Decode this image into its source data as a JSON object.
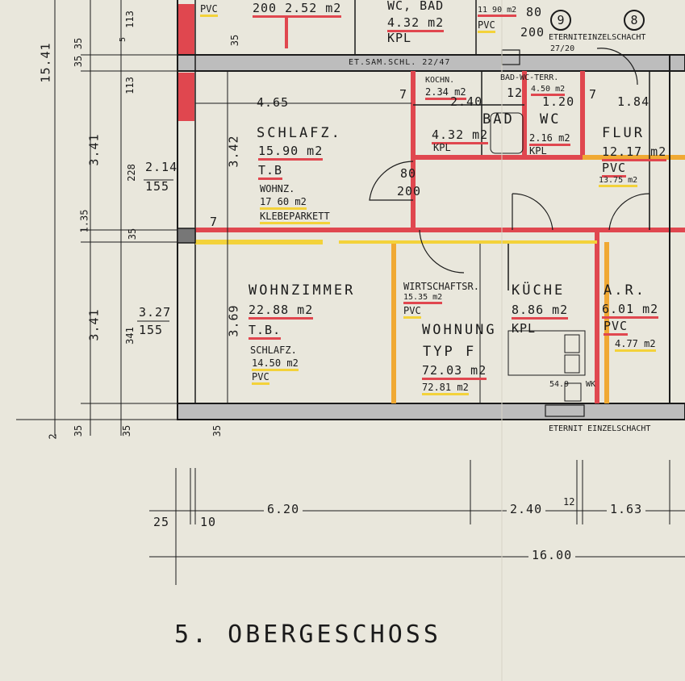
{
  "title": "5. OBERGESCHOSS",
  "colors": {
    "wall": "#bdbdbd",
    "red": "#e0474f",
    "yellow": "#f3d23a",
    "orange": "#f0a933",
    "line": "#1b1b1b"
  },
  "top_partial": {
    "pvc_left": "PVC",
    "area_left": "200  2.52 m2",
    "wc_bad": "WC, BAD",
    "wc_bad_area": "4.32 m2",
    "kpl": "KPL",
    "top_right": "11 90 m2",
    "pvc_right": "PVC",
    "d80": "80",
    "d200": "200"
  },
  "markers": {
    "nine": "9",
    "eight": "8",
    "eternit_top": "ETERNITEINZELSCHACHT",
    "eternit_top_dims": "27/20"
  },
  "walls_labels": {
    "et_sam": "ET.SAM.SCHL. 22/47",
    "eternit_bottom": "ETERNIT EINZELSCHACHT"
  },
  "rooms": {
    "schlafz": {
      "name": "SCHLAFZ.",
      "area": "15.90 m2",
      "floor": "T.B",
      "alt_name": "WOHNZ.",
      "alt_area": "17 60 m2",
      "alt_floor": "KLEBEPARKETT"
    },
    "wohnzimmer": {
      "name": "WOHNZIMMER",
      "area": "22.88 m2",
      "floor": "T.B.",
      "alt_name": "SCHLAFZ.",
      "alt_area": "14.50 m2",
      "alt_floor": "PVC"
    },
    "kochn": {
      "name": "KOCHN.",
      "area": "2.34 m2"
    },
    "bad": {
      "name": "BAD",
      "area": "4.32 m2",
      "floor": "KPL"
    },
    "wc": {
      "name": "WC",
      "area": "2.16 m2",
      "floor": "KPL"
    },
    "bad_wc_top": {
      "name": "BAD-WC-TERR.",
      "area": "4.50 m2"
    },
    "flur": {
      "name": "FLUR",
      "area": "12.17 m2",
      "floor": "PVC",
      "alt_area": "13.75 m2"
    },
    "wirtschaftsr": {
      "name": "WIRTSCHAFTSR.",
      "area": "15.35 m2",
      "floor": "PVC"
    },
    "kueche": {
      "name": "KÜCHE",
      "area": "8.86 m2",
      "floor": "KPL"
    },
    "ar": {
      "name": "A.R.",
      "area": "6.01 m2",
      "floor": "PVC",
      "alt_area": "4.77 m2"
    },
    "wohnung": {
      "name": "WOHNUNG",
      "type": "TYP F",
      "area": "72.03 m2",
      "alt_area": "72.81 m2"
    }
  },
  "dims": {
    "left_total": "15.41",
    "left_a": [
      "35",
      "35",
      "3.41",
      "1.35",
      "3.41",
      "2",
      "35"
    ],
    "left_b": [
      "113",
      "5",
      "113",
      "228",
      "35",
      "341",
      "35"
    ],
    "left_c": [
      "2.14",
      "155",
      "3.27",
      "155"
    ],
    "interior_v": [
      "35",
      "3.42",
      "7",
      "3.69",
      "35"
    ],
    "interior_h": [
      "4.65",
      "2.40",
      "1.20",
      "1.84",
      "12",
      "7",
      "7"
    ],
    "bottom": [
      "25",
      "10",
      "6.20",
      "2.40",
      "12",
      "1.63",
      "16.00"
    ],
    "doors": [
      "80",
      "200"
    ],
    "shaft": "54.9",
    "wk": "WK"
  }
}
